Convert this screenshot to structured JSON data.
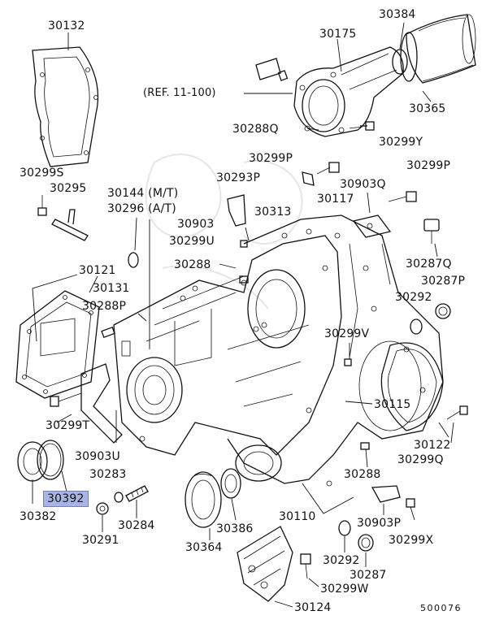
{
  "diagram": {
    "reference_note": "(REF. 11-100)",
    "figure_code": "500076",
    "highlighted_part": "30392",
    "labels": {
      "p30132": "30132",
      "p30384": "30384",
      "p30175": "30175",
      "p30365": "30365",
      "p30288q": "30288Q",
      "p30299y": "30299Y",
      "p30299s": "30299S",
      "p30295": "30295",
      "p30144": "30144 (M/T)",
      "p30296": "30296 (A/T)",
      "p30299p_a": "30299P",
      "p30293p": "30293P",
      "p30299p_b": "30299P",
      "p30903q": "30903Q",
      "p30117": "30117",
      "p30903": "30903",
      "p30313": "30313",
      "p30299u": "30299U",
      "p30287q": "30287Q",
      "p30287p": "30287P",
      "p30121": "30121",
      "p30288": "30288",
      "p30131": "30131",
      "p30288p": "30288P",
      "p30292_a": "30292",
      "p30299v": "30299V",
      "p30115": "30115",
      "p30299t": "30299T",
      "p30122": "30122",
      "p30299q": "30299Q",
      "p30903u": "30903U",
      "p30283": "30283",
      "p30288_b": "30288",
      "p30392": "30392",
      "p30382": "30382",
      "p30284": "30284",
      "p30110": "30110",
      "p30903p": "30903P",
      "p30299x": "30299X",
      "p30291": "30291",
      "p30364": "30364",
      "p30386": "30386",
      "p30292_b": "30292",
      "p30287": "30287",
      "p30299w": "30299W",
      "p30124": "30124"
    }
  }
}
